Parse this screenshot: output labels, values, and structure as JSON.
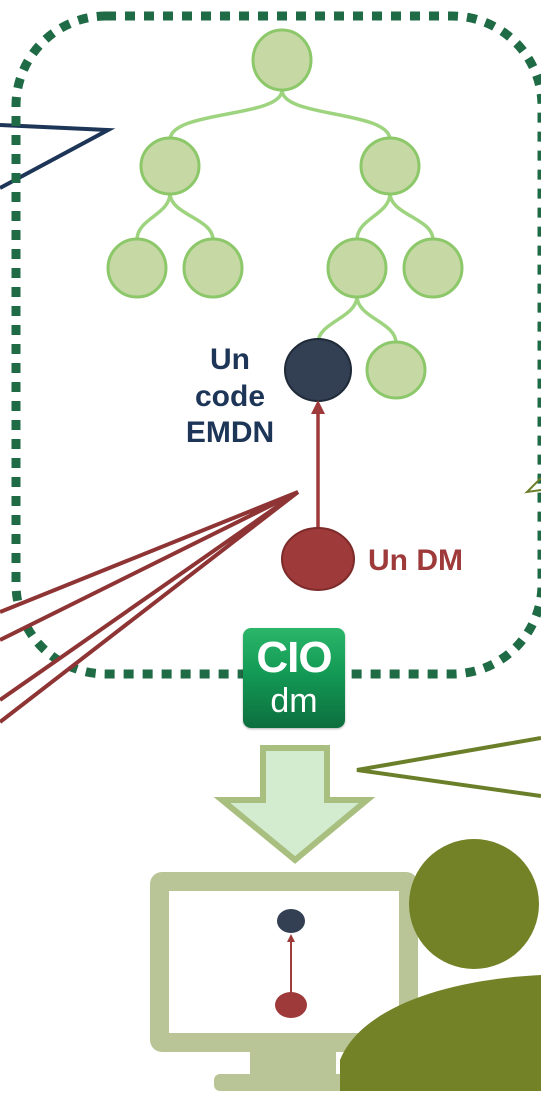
{
  "labels": {
    "emdn_line1": "Un",
    "emdn_line2": "code",
    "emdn_line3": "EMDN",
    "dm": "Un DM"
  },
  "badge": {
    "top": "CIO",
    "bottom": "dm"
  },
  "colors": {
    "dashed_border": "#1f6b45",
    "tree_node_fill": "#c6d8a4",
    "tree_node_stroke": "#8cc86a",
    "emdn_node": "#333f52",
    "dm_node": "#9e3a3a",
    "callout_navy": "#1d3557",
    "callout_red": "#8f3434",
    "callout_olive": "#6b7f2a",
    "arrow_fill": "#d3ecd0",
    "arrow_stroke": "#a9bf7f",
    "monitor": "#b9c597",
    "person": "#738227"
  },
  "icons": [
    "tree-diagram-icon",
    "arrow-down-icon",
    "monitor-icon",
    "person-icon"
  ]
}
